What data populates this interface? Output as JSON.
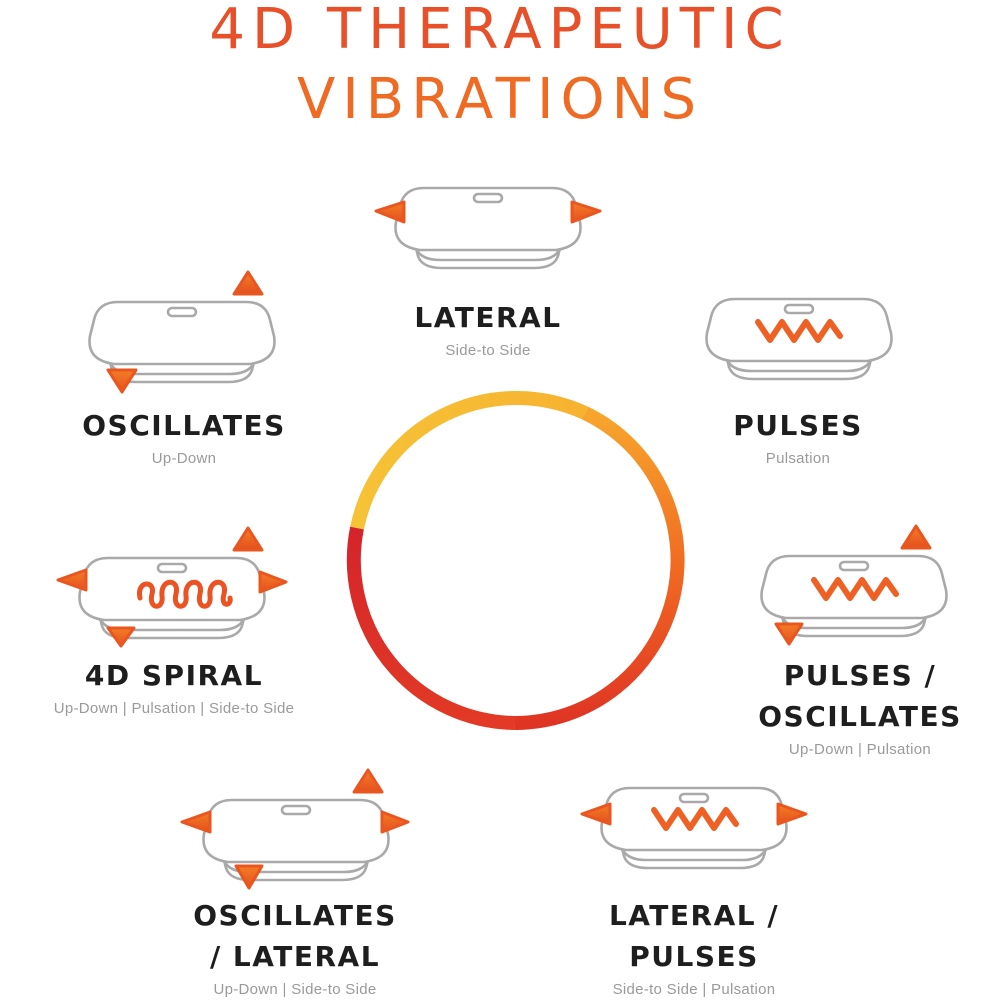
{
  "title": {
    "line1": "4D THERAPEUTIC",
    "line2": "VIBRATIONS"
  },
  "colors": {
    "title_red": "#e8502a",
    "title_orange": "#ef6a23",
    "accent_orange": "#f06722",
    "ring_yellow": "#f6b531",
    "ring_red": "#d9272b",
    "outline_gray": "#a8a8a8"
  },
  "modes": [
    {
      "id": "lateral",
      "name_lines": [
        "LATERAL"
      ],
      "description": "Side-to Side",
      "motion_icon": "triangle-markers-left-right"
    },
    {
      "id": "oscillates",
      "name_lines": [
        "OSCILLATES"
      ],
      "description": "Up-Down",
      "motion_icon": "triangle-markers-up-down"
    },
    {
      "id": "pulses",
      "name_lines": [
        "PULSES"
      ],
      "description": "Pulsation",
      "motion_icon": "zigzag-wave"
    },
    {
      "id": "spiral",
      "name_lines": [
        "4D SPIRAL"
      ],
      "description": "Up-Down | Pulsation | Side-to Side",
      "motion_icon": "spiral-coil"
    },
    {
      "id": "pulses-oscillates",
      "name_lines": [
        "PULSES /",
        "OSCILLATES"
      ],
      "description": "Up-Down | Pulsation",
      "motion_icon": "zigzag-wave"
    },
    {
      "id": "oscillates-lateral",
      "name_lines": [
        "OSCILLATES",
        "/ LATERAL"
      ],
      "description": "Up-Down | Side-to Side",
      "motion_icon": "triangle-markers"
    },
    {
      "id": "lateral-pulses",
      "name_lines": [
        "LATERAL /",
        "PULSES"
      ],
      "description": "Side-to Side | Pulsation",
      "motion_icon": "zigzag-wave"
    }
  ]
}
